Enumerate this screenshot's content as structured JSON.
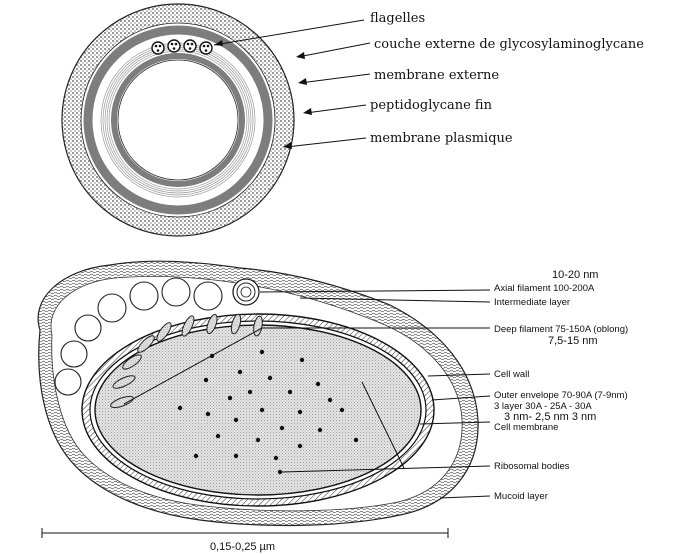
{
  "top_diagram": {
    "labels": {
      "flagelles": "flagelles",
      "couche_externe": "couche externe de glycosylaminoglycane",
      "membrane_externe": "membrane externe",
      "peptidoglycane": "peptidoglycane fin",
      "membrane_plasmique": "membrane plasmique"
    }
  },
  "bottom_diagram": {
    "labels": {
      "size_10_20": "10-20  nm",
      "axial_filament": "Axial filament  100-200A",
      "intermediate_layer": "Intermediate layer",
      "deep_filament": "Deep filament  75-150A (oblong)",
      "size_7_15": "7,5-15  nm",
      "cell_wall": "Cell wall",
      "outer_envelope": "Outer envelope 70-90A (7-9nm)",
      "three_layer": "3 layer 30A - 25A - 30A",
      "nm_values": "3  nm-  2,5  nm  3  nm",
      "cell_membrane": "Cell membrane",
      "ribosomal_bodies": "Ribosomal bodies",
      "mucoid_layer": "Mucoid layer",
      "scale": "0,15-0,25  µm"
    }
  },
  "colors": {
    "ink": "#111111",
    "band_gray": "#8a8a8a",
    "fill_light": "#d8d8d8"
  }
}
